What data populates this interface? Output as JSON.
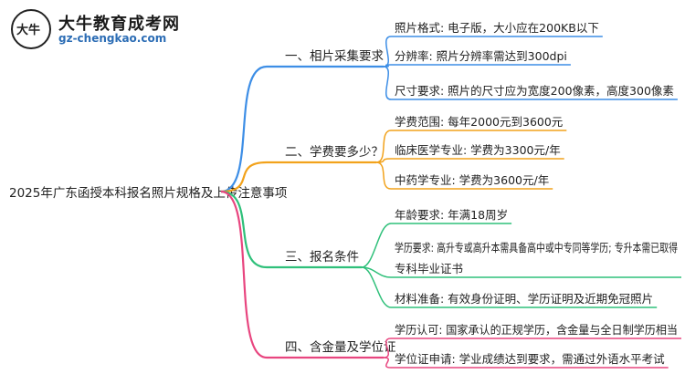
{
  "site": {
    "name": "大牛教育成考网",
    "url": "gz-chengkao.com",
    "badge_glyph": "大牛"
  },
  "root": "2025年广东函授本科报名照片规格及上传注意事项",
  "branches": [
    {
      "label": "一、相片采集要求",
      "color": "#3d8ee6",
      "leaves": [
        [
          "照片格式: 电子版，大小应在200KB以下"
        ],
        [
          "分辨率: 照片分辨率需达到300dpi"
        ],
        [
          "尺寸要求: 照片的尺寸应为宽度200像素，高度300像素"
        ]
      ]
    },
    {
      "label": "二、学费要多少？",
      "color": "#f2a21b",
      "leaves": [
        [
          "学费范围: 每年2000元到3600元"
        ],
        [
          "临床医学专业: 学费为3300元/年"
        ],
        [
          "中药学专业: 学费为3600元/年"
        ]
      ]
    },
    {
      "label": "三、报名条件",
      "color": "#2fc07a",
      "leaves": [
        [
          "年龄要求: 年满18周岁"
        ],
        [
          "学历要求: 高升专或高升本需具备高中或中专同等学历; 专升本需已取得",
          "专科毕业证书"
        ],
        [
          "材料准备: 有效身份证明、学历证明及近期免冠照片"
        ]
      ]
    },
    {
      "label": "四、含金量及学位证",
      "color": "#e8457f",
      "leaves": [
        [
          "学历认可: 国家承认的正规学历，含金量与全日制学历相当"
        ],
        [
          "学位证申请: 学业成绩达到要求，需通过外语水平考试"
        ]
      ]
    }
  ]
}
